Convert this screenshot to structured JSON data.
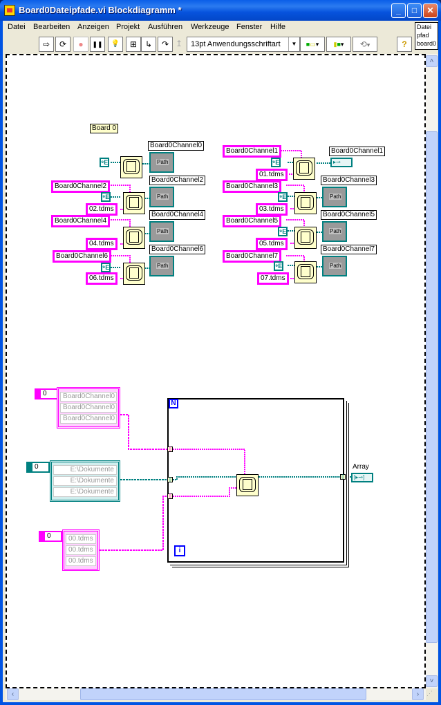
{
  "window": {
    "title": "Board0Dateipfade.vi Blockdiagramm *",
    "controls": {
      "minimize": "_",
      "maximize": "□",
      "close": "✕"
    }
  },
  "menubar": {
    "items": [
      {
        "label": "Datei",
        "accel": "D"
      },
      {
        "label": "Bearbeiten",
        "accel": "B"
      },
      {
        "label": "Anzeigen",
        "accel": "A"
      },
      {
        "label": "Projekt",
        "accel": "P"
      },
      {
        "label": "Ausführen",
        "accel": "A"
      },
      {
        "label": "Werkzeuge",
        "accel": "W"
      },
      {
        "label": "Fenster",
        "accel": "F"
      },
      {
        "label": "Hilfe",
        "accel": "H"
      }
    ]
  },
  "toolbar": {
    "run_icon": "⇨",
    "run_continuous_icon": "⟳",
    "abort_icon": "●",
    "pause_icon": "❚❚",
    "highlight_icon": "💡",
    "retain_wire_icon": "⊞",
    "step_into_icon": "↳",
    "step_over_icon": "↷",
    "step_out_icon": "↥",
    "font_select": "13pt Anwendungsschriftart",
    "align_icon": "▾",
    "distribute_icon": "▾",
    "reorder_icon": "▾",
    "help_icon": "?"
  },
  "context_help": {
    "lines": [
      "Datei",
      "pfad",
      "board0"
    ]
  },
  "diagram": {
    "label_board": "Board 0",
    "top_left": [
      {
        "indicator": "Board0Channel0",
        "name_const": null,
        "file_const": null
      },
      {
        "indicator": "Board0Channel2",
        "name_const": "Board0Channel2",
        "file_const": "02.tdms"
      },
      {
        "indicator": "Board0Channel4",
        "name_const": "Board0Channel4",
        "file_const": "04.tdms"
      },
      {
        "indicator": "Board0Channel6",
        "name_const": "Board0Channel6",
        "file_const": "06.tdms"
      }
    ],
    "top_right": [
      {
        "indicator": "Board0Channel1",
        "name_const": "Board0Channel1",
        "file_const": "01.tdms"
      },
      {
        "indicator": "Board0Channel3",
        "name_const": "Board0Channel3",
        "file_const": "03.tdms"
      },
      {
        "indicator": "Board0Channel5",
        "name_const": "Board0Channel5",
        "file_const": "05.tdms"
      },
      {
        "indicator": "Board0Channel7",
        "name_const": "Board0Channel7",
        "file_const": "07.tdms"
      }
    ],
    "path_indicator_label": "Path",
    "enum_glyph": "⁹E",
    "for_loop": {
      "count_terminal": "N",
      "iteration_terminal": "i"
    },
    "array_names": {
      "index": "0",
      "values": [
        "Board0Channel0",
        "Board0Channel0",
        "Board0Channel0"
      ]
    },
    "array_paths": {
      "index": "0",
      "values": [
        "E:\\Dokumente",
        "E:\\Dokumente",
        "E:\\Dokumente"
      ]
    },
    "array_files": {
      "index": "0",
      "values": [
        "00.tdms",
        "00.tdms",
        "00.tdms"
      ]
    },
    "output_array_label": "Array"
  },
  "scrollbars": {
    "up": "˄",
    "down": "˅",
    "left": "‹",
    "right": "›",
    "grip": "⋰"
  }
}
